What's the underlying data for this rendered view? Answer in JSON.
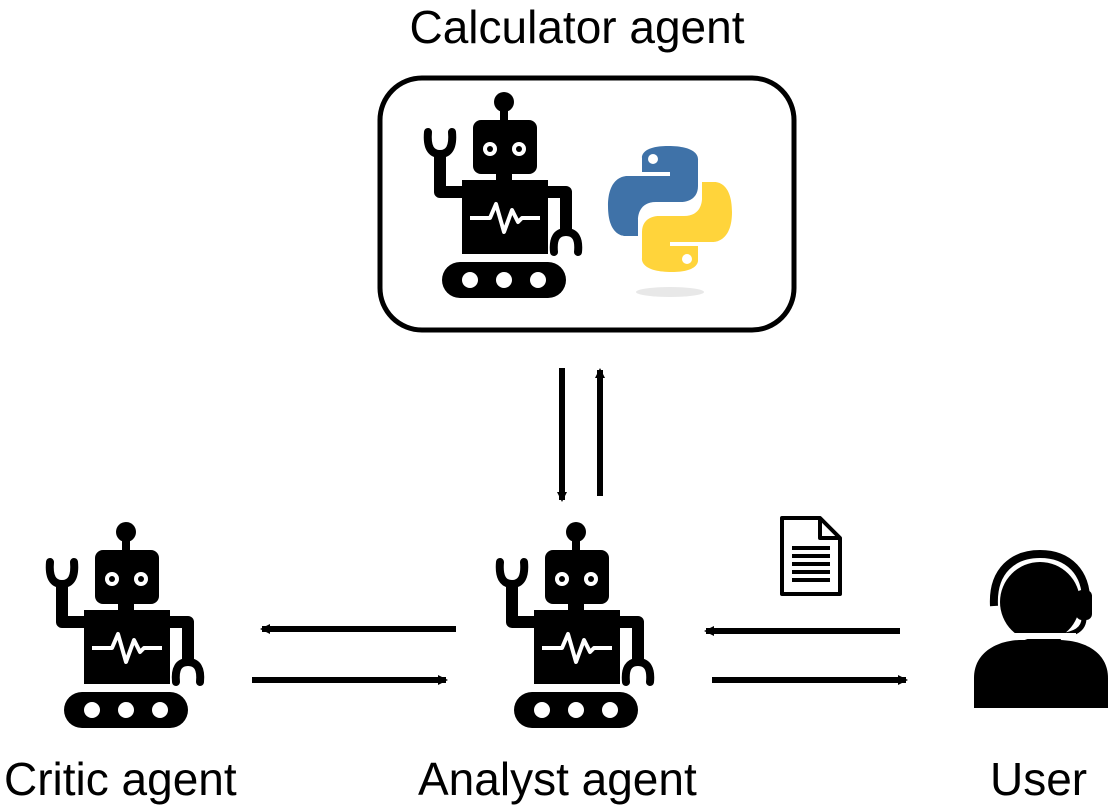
{
  "labels": {
    "calculator": "Calculator agent",
    "critic": "Critic agent",
    "analyst": "Analyst agent",
    "user": "User"
  },
  "icons": [
    "robot-icon",
    "python-logo-icon",
    "document-icon",
    "user-headset-icon",
    "arrow-icon"
  ],
  "colors": {
    "ink": "#000000",
    "python_blue": "#3f72a8",
    "python_yellow": "#ffd43b"
  }
}
